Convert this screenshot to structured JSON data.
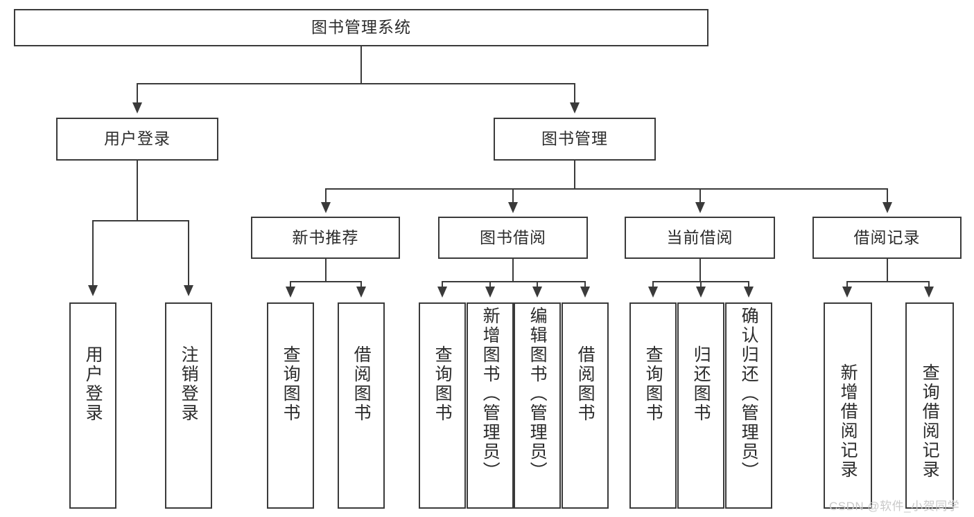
{
  "diagram": {
    "title": "图书管理系统",
    "type": "tree-hierarchy-chart",
    "root": {
      "label": "图书管理系统"
    },
    "level2": [
      {
        "label": "用户登录"
      },
      {
        "label": "图书管理"
      }
    ],
    "level3": [
      {
        "label": "新书推荐"
      },
      {
        "label": "图书借阅"
      },
      {
        "label": "当前借阅"
      },
      {
        "label": "借阅记录"
      }
    ],
    "leaves": {
      "user_login": [
        {
          "label": "用户登录"
        },
        {
          "label": "注销登录"
        }
      ],
      "new_book_recommend": [
        {
          "label": "查询图书"
        },
        {
          "label": "借阅图书"
        }
      ],
      "book_borrow": [
        {
          "label": "查询图书"
        },
        {
          "label": "新增图书（管理员）"
        },
        {
          "label": "编辑图书（管理员）"
        },
        {
          "label": "借阅图书"
        }
      ],
      "current_borrow": [
        {
          "label": "查询图书"
        },
        {
          "label": "归还图书"
        },
        {
          "label": "确认归还（管理员）"
        }
      ],
      "borrow_record": [
        {
          "label": "新增借阅记录"
        },
        {
          "label": "查询借阅记录"
        }
      ]
    }
  },
  "watermark": {
    "text": "CSDN @软件_小贺同学"
  },
  "colors": {
    "stroke": "#3a3a3a",
    "background": "#ffffff",
    "text": "#2b2b2b",
    "watermark": "#c9c9c9"
  }
}
